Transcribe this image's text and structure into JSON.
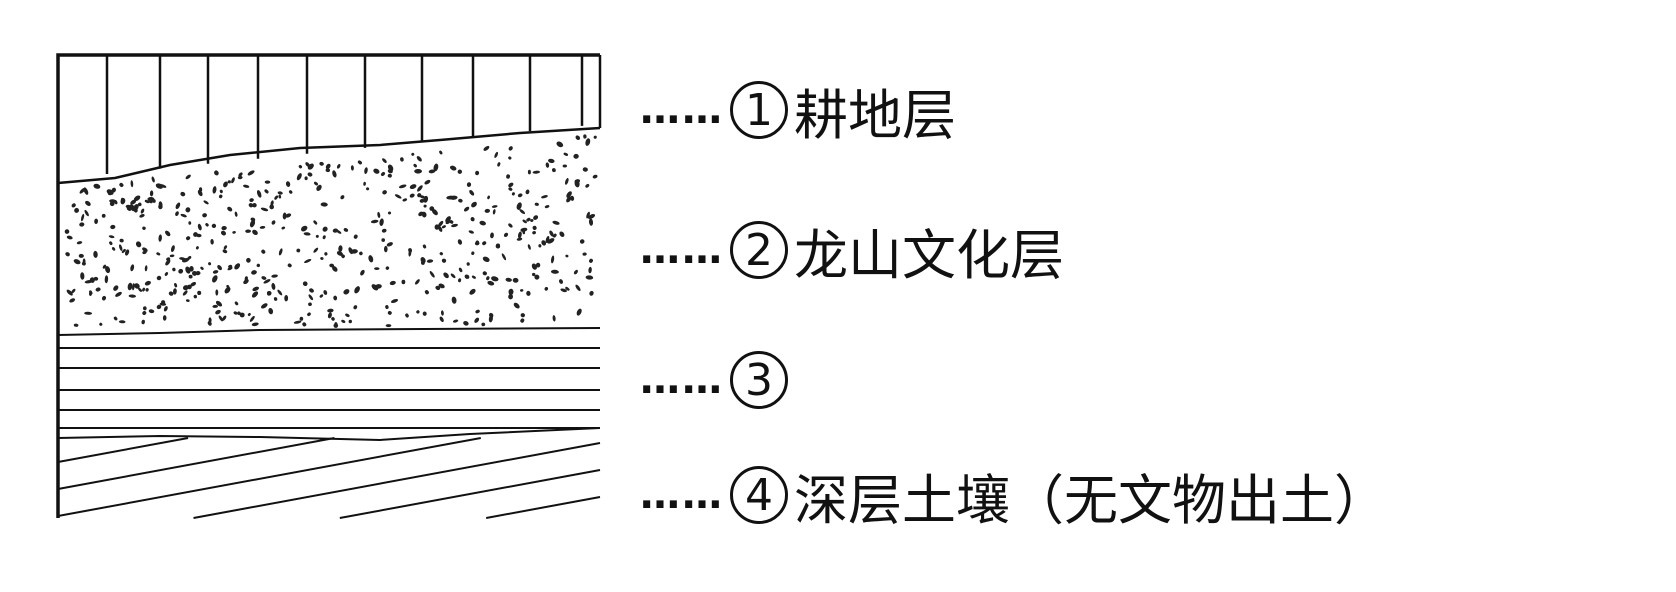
{
  "layers": [
    {
      "number": "1",
      "dots": "……",
      "name": "耕地层"
    },
    {
      "number": "2",
      "dots": "……",
      "name": "龙山文化层"
    },
    {
      "number": "3",
      "dots": "……",
      "name": ""
    },
    {
      "number": "4",
      "dots": "……",
      "name": "深层土壤（无文物出土）"
    }
  ]
}
